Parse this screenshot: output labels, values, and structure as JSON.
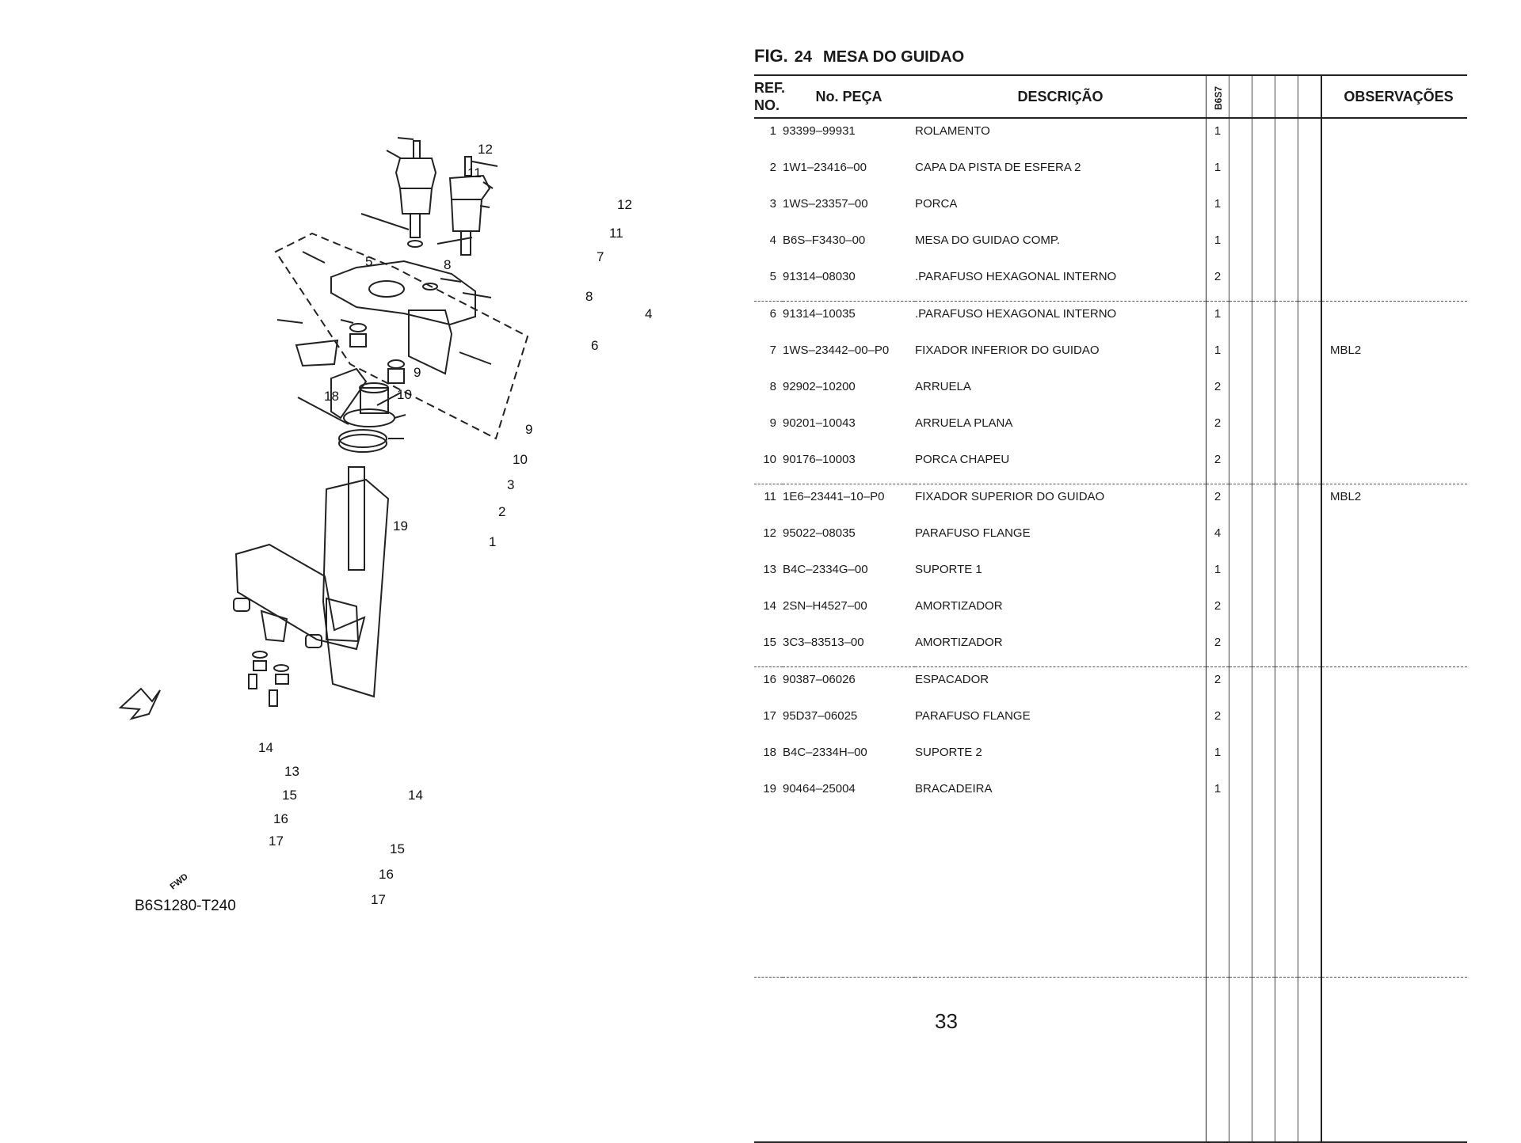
{
  "figure": {
    "label": "FIG.",
    "number": "24",
    "title": "MESA DO GUIDAO"
  },
  "headers": {
    "ref_line1": "REF.",
    "ref_line2": "NO.",
    "part_no": "No. PEÇA",
    "description": "DESCRIÇÃO",
    "model": "B6S7",
    "observations": "OBSERVAÇÕES"
  },
  "rows": [
    {
      "ref": "1",
      "part_no": "93399–99931",
      "description": "ROLAMENTO",
      "qty": "1",
      "obs": ""
    },
    {
      "ref": "2",
      "part_no": "1W1–23416–00",
      "description": "CAPA DA PISTA DE ESFERA 2",
      "qty": "1",
      "obs": ""
    },
    {
      "ref": "3",
      "part_no": "1WS–23357–00",
      "description": "PORCA",
      "qty": "1",
      "obs": ""
    },
    {
      "ref": "4",
      "part_no": "B6S–F3430–00",
      "description": "MESA DO GUIDAO COMP.",
      "qty": "1",
      "obs": ""
    },
    {
      "ref": "5",
      "part_no": "91314–08030",
      "description": ".PARAFUSO HEXAGONAL INTERNO",
      "qty": "2",
      "obs": ""
    },
    {
      "ref": "6",
      "part_no": "91314–10035",
      "description": ".PARAFUSO HEXAGONAL INTERNO",
      "qty": "1",
      "obs": ""
    },
    {
      "ref": "7",
      "part_no": "1WS–23442–00–P0",
      "description": "FIXADOR INFERIOR DO GUIDAO",
      "qty": "1",
      "obs": "MBL2"
    },
    {
      "ref": "8",
      "part_no": "92902–10200",
      "description": "ARRUELA",
      "qty": "2",
      "obs": ""
    },
    {
      "ref": "9",
      "part_no": "90201–10043",
      "description": "ARRUELA PLANA",
      "qty": "2",
      "obs": ""
    },
    {
      "ref": "10",
      "part_no": "90176–10003",
      "description": "PORCA CHAPEU",
      "qty": "2",
      "obs": ""
    },
    {
      "ref": "11",
      "part_no": "1E6–23441–10–P0",
      "description": "FIXADOR SUPERIOR DO GUIDAO",
      "qty": "2",
      "obs": "MBL2"
    },
    {
      "ref": "12",
      "part_no": "95022–08035",
      "description": "PARAFUSO FLANGE",
      "qty": "4",
      "obs": ""
    },
    {
      "ref": "13",
      "part_no": "B4C–2334G–00",
      "description": "SUPORTE 1",
      "qty": "1",
      "obs": ""
    },
    {
      "ref": "14",
      "part_no": "2SN–H4527–00",
      "description": "AMORTIZADOR",
      "qty": "2",
      "obs": ""
    },
    {
      "ref": "15",
      "part_no": "3C3–83513–00",
      "description": "AMORTIZADOR",
      "qty": "2",
      "obs": ""
    },
    {
      "ref": "16",
      "part_no": "90387–06026",
      "description": "ESPACADOR",
      "qty": "2",
      "obs": ""
    },
    {
      "ref": "17",
      "part_no": "95D37–06025",
      "description": "PARAFUSO FLANGE",
      "qty": "2",
      "obs": ""
    },
    {
      "ref": "18",
      "part_no": "B4C–2334H–00",
      "description": "SUPORTE 2",
      "qty": "1",
      "obs": ""
    },
    {
      "ref": "19",
      "part_no": "90464–25004",
      "description": "BRACADEIRA",
      "qty": "1",
      "obs": ""
    }
  ],
  "diagram": {
    "code": "B6S1280-T240",
    "fwd_label": "FWD",
    "callouts": [
      "12",
      "11",
      "12",
      "11",
      "7",
      "8",
      "5",
      "8",
      "4",
      "6",
      "9",
      "18",
      "10",
      "9",
      "10",
      "3",
      "2",
      "19",
      "1",
      "14",
      "13",
      "14",
      "15",
      "16",
      "15",
      "17",
      "16",
      "17"
    ]
  },
  "page_number": "33"
}
